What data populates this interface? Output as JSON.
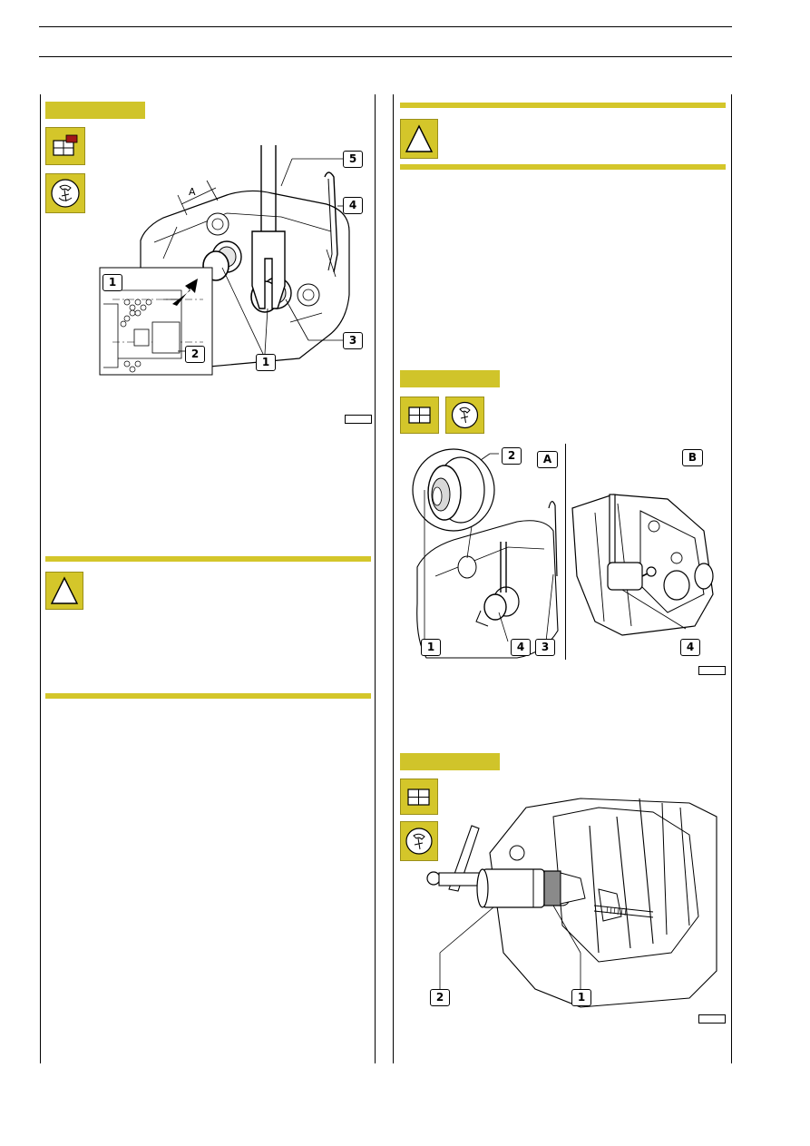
{
  "figure_top": {
    "callouts": [
      "5",
      "4",
      "3",
      "1",
      "2",
      "1"
    ],
    "dimension_label": "A"
  },
  "figure_right_mid": {
    "view_labels": [
      "A",
      "B"
    ],
    "callouts": [
      "2",
      "1",
      "4",
      "3",
      "4"
    ]
  },
  "figure_right_bottom": {
    "callouts": [
      "2",
      "1"
    ]
  },
  "icons": {
    "left_top": [
      "assembly-diagram-icon",
      "tool-icon"
    ],
    "left_warning": "warning-triangle-icon",
    "right_warning": "warning-triangle-icon",
    "right_mid": [
      "assembly-diagram-icon",
      "tool-icon"
    ],
    "right_bottom": [
      "assembly-diagram-icon",
      "tool-icon"
    ]
  },
  "colors": {
    "accent_yellow": "#d4c62a",
    "red_marker": "#a01818"
  }
}
